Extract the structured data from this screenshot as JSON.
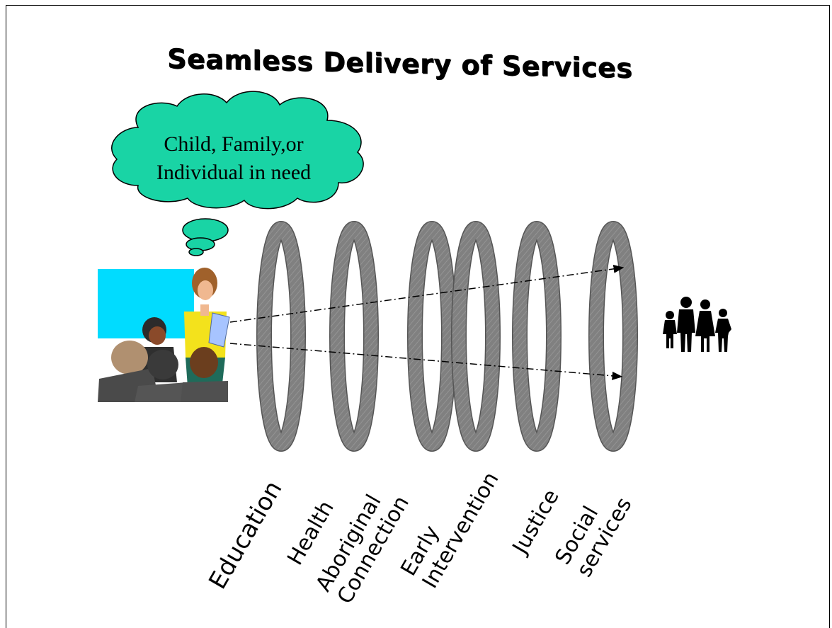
{
  "title": "Seamless Delivery of Services",
  "cloud": {
    "line1": "Child, Family,or",
    "line2": "Individual in need"
  },
  "services": [
    {
      "label": "Education"
    },
    {
      "label": "Health"
    },
    {
      "label": "Aboriginal\nConnection"
    },
    {
      "label": "Early\nIntervention"
    },
    {
      "label": "Justice"
    },
    {
      "label": "Social\nservices"
    }
  ],
  "icons": {
    "presenter": "presenter-clipart-icon",
    "family": "family-silhouette-icon",
    "hoops": "service-hoop-icon"
  },
  "colors": {
    "cloud_fill": "#19d4a5",
    "screen": "#00dcff",
    "hoop": "#7f7f7f"
  }
}
